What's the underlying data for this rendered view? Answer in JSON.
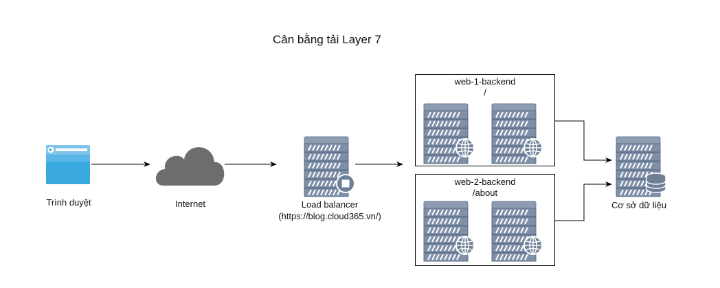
{
  "title": "Cân bằng tải Layer 7",
  "nodes": {
    "browser": {
      "label": "Trình duyệt",
      "icon": "browser-window-icon"
    },
    "internet": {
      "label": "Internet",
      "icon": "cloud-icon"
    },
    "load_balancer": {
      "label": "Load balancer",
      "url": "(https://blog.cloud365.vn/)",
      "icon": "load-balancer-server-icon"
    },
    "database": {
      "label": "Cơ sở dữ liệu",
      "icon": "database-server-icon"
    }
  },
  "groups": {
    "web1": {
      "name": "web-1-backend",
      "path": "/"
    },
    "web2": {
      "name": "web-2-backend",
      "path": "/about"
    }
  },
  "colors": {
    "server_fill": "#7f8fa8",
    "server_dark": "#5e6f88",
    "browser_blue": "#3aa9e0",
    "cloud_gray": "#6d6d6d",
    "line": "#000000"
  }
}
